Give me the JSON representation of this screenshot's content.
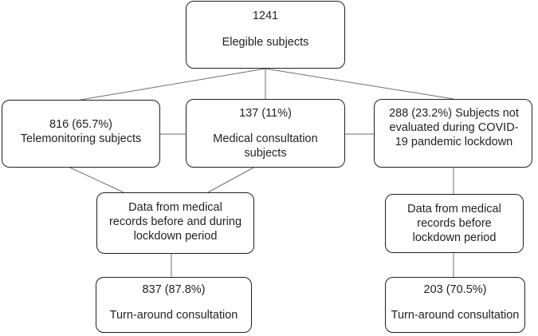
{
  "boxes": {
    "eligible": {
      "count": "1241",
      "label": "Elegible subjects"
    },
    "telemonitoring": {
      "lines": [
        "816 (65.7%)",
        "Telemonitoring subjects"
      ]
    },
    "medical_consultation": {
      "lines": [
        "137 (11%)",
        "Medical consultation",
        "subjects"
      ]
    },
    "not_evaluated": {
      "lines": [
        "288 (23.2%) Subjects not",
        "evaluated during COVID-",
        "19 pandemic lockdown"
      ]
    },
    "records_before_during": {
      "lines": [
        "Data from medical",
        "records before and during",
        "lockdown period"
      ]
    },
    "records_before": {
      "lines": [
        "Data from medical",
        "records before",
        "lockdown period"
      ]
    },
    "turnaround_left": {
      "count": "837 (87.8%)",
      "label": "Turn-around consultation"
    },
    "turnaround_right": {
      "count": "203 (70.5%)",
      "label": "Turn-around consultation"
    }
  }
}
